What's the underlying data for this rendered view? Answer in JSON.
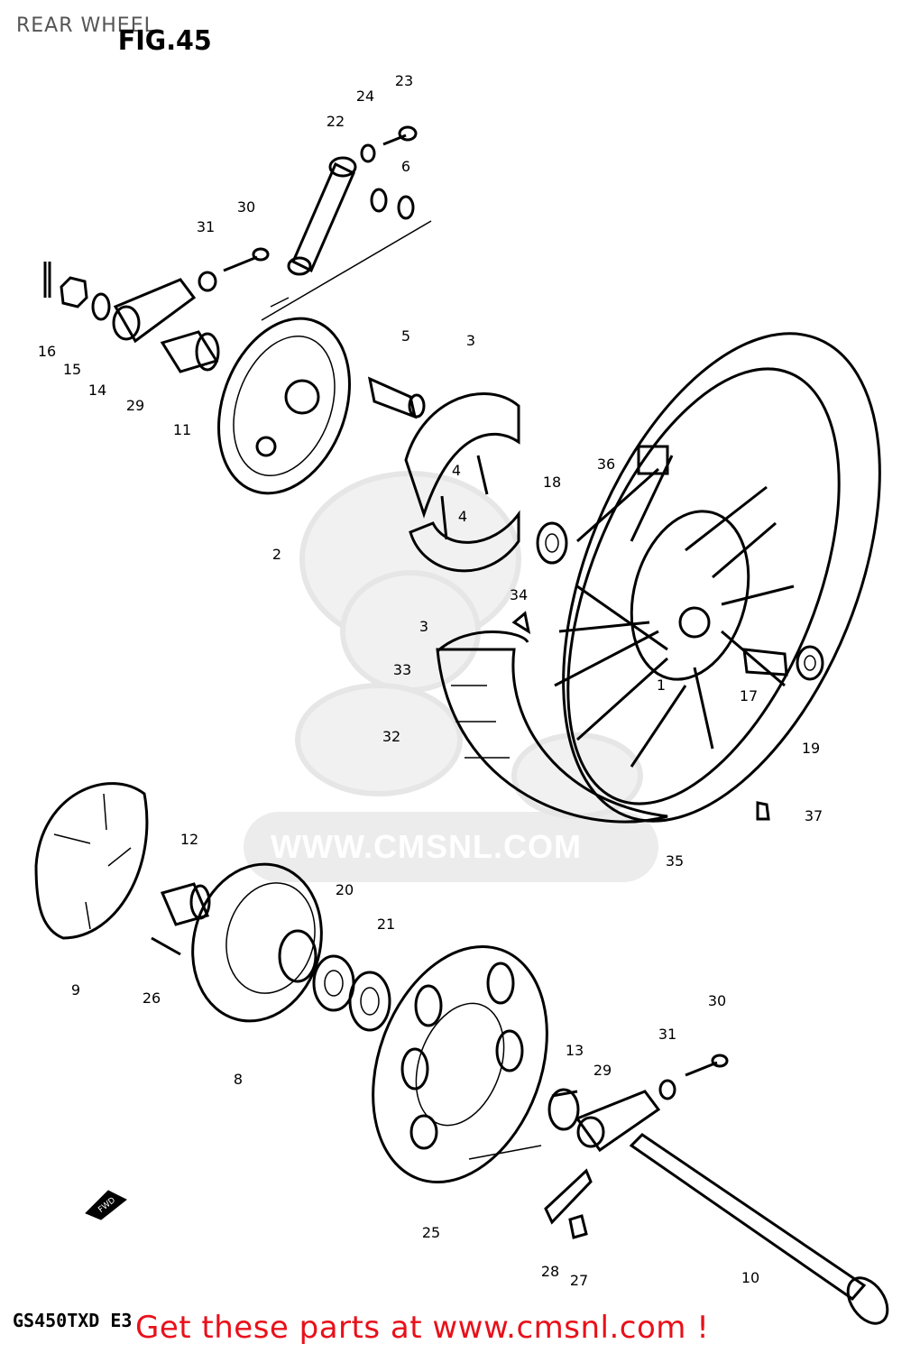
{
  "page": {
    "title": "REAR WHEEL",
    "figure": "FIG.45",
    "model": "GS450TXD E3",
    "cta": "Get these parts at www.cmsnl.com !",
    "watermark": "WWW.CMSNL.COM"
  },
  "callouts": [
    {
      "id": "c23",
      "label": "23"
    },
    {
      "id": "c24",
      "label": "24"
    },
    {
      "id": "c22",
      "label": "22"
    },
    {
      "id": "c6",
      "label": "6"
    },
    {
      "id": "c30a",
      "label": "30"
    },
    {
      "id": "c31a",
      "label": "31"
    },
    {
      "id": "c16",
      "label": "16"
    },
    {
      "id": "c15",
      "label": "15"
    },
    {
      "id": "c14",
      "label": "14"
    },
    {
      "id": "c29a",
      "label": "29"
    },
    {
      "id": "c11",
      "label": "11"
    },
    {
      "id": "c5",
      "label": "5"
    },
    {
      "id": "c3a",
      "label": "3"
    },
    {
      "id": "c2",
      "label": "2"
    },
    {
      "id": "c4a",
      "label": "4"
    },
    {
      "id": "c4b",
      "label": "4"
    },
    {
      "id": "c3b",
      "label": "3"
    },
    {
      "id": "c18",
      "label": "18"
    },
    {
      "id": "c36",
      "label": "36"
    },
    {
      "id": "c34",
      "label": "34"
    },
    {
      "id": "c33",
      "label": "33"
    },
    {
      "id": "c32",
      "label": "32"
    },
    {
      "id": "c1",
      "label": "1"
    },
    {
      "id": "c17",
      "label": "17"
    },
    {
      "id": "c19",
      "label": "19"
    },
    {
      "id": "c37",
      "label": "37"
    },
    {
      "id": "c35",
      "label": "35"
    },
    {
      "id": "c12",
      "label": "12"
    },
    {
      "id": "c20",
      "label": "20"
    },
    {
      "id": "c21",
      "label": "21"
    },
    {
      "id": "c9",
      "label": "9"
    },
    {
      "id": "c26",
      "label": "26"
    },
    {
      "id": "c8",
      "label": "8"
    },
    {
      "id": "c30b",
      "label": "30"
    },
    {
      "id": "c31b",
      "label": "31"
    },
    {
      "id": "c13",
      "label": "13"
    },
    {
      "id": "c29b",
      "label": "29"
    },
    {
      "id": "c25",
      "label": "25"
    },
    {
      "id": "c28",
      "label": "28"
    },
    {
      "id": "c27",
      "label": "27"
    },
    {
      "id": "c10",
      "label": "10"
    }
  ],
  "fwd_label": "FWD"
}
